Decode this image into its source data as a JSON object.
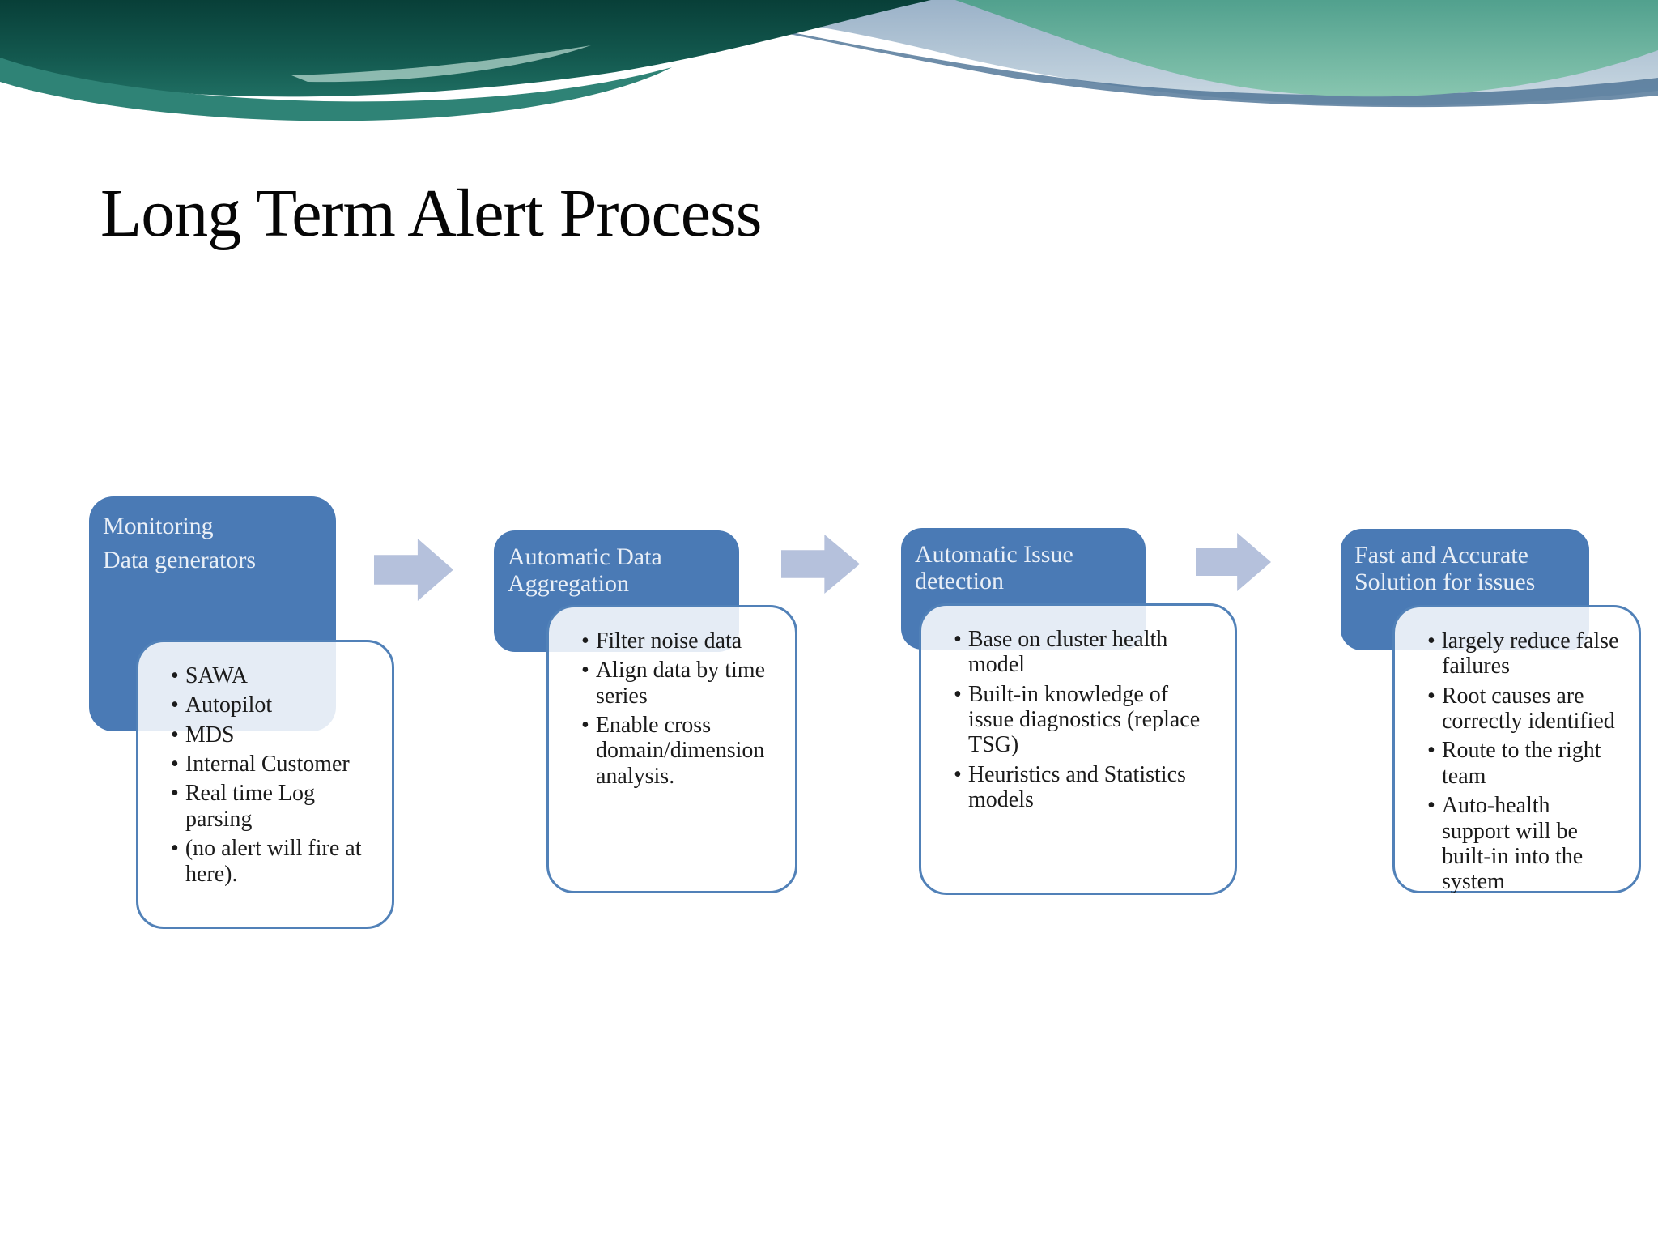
{
  "slide": {
    "title": "Long Term Alert Process"
  },
  "colors": {
    "header_box_blue": "#4a7ab5",
    "body_box_border": "#5181b8",
    "body_box_fill": "rgba(255,255,255,0.86)",
    "arrow_fill": "#b5c1dc",
    "header_text": "#e9eff7",
    "body_text": "#1b1b1b",
    "title_text": "#060606",
    "banner_dark_teal": "#0a453d",
    "banner_mid_teal": "#2f8376",
    "banner_jade_green": "#5fae9b",
    "banner_slate_blue": "#4a7194"
  },
  "steps": [
    {
      "header": "Monitoring\nData generators",
      "bullets": [
        "SAWA",
        "Autopilot",
        "MDS",
        "Internal Customer",
        "Real time Log\nparsing",
        "(no alert will fire at\nhere)."
      ]
    },
    {
      "header": "Automatic Data\nAggregation",
      "bullets": [
        "Filter noise data",
        "Align data by time\nseries",
        "Enable cross\ndomain/dimension\nanalysis."
      ]
    },
    {
      "header": "Automatic  Issue\ndetection",
      "bullets": [
        "Base on cluster health\nmodel",
        "Built-in knowledge of\nissue diagnostics (replace\nTSG)",
        "Heuristics and Statistics\nmodels"
      ]
    },
    {
      "header": "Fast and Accurate\nSolution for issues",
      "bullets": [
        "largely reduce false\nfailures",
        "Root causes are\ncorrectly identified",
        "Route to the right\nteam",
        "Auto-health\nsupport will be\nbuilt-in into the\nsystem"
      ]
    }
  ]
}
